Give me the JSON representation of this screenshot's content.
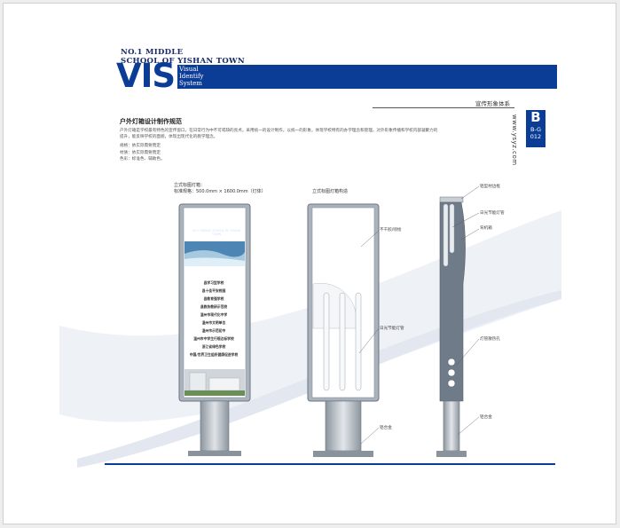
{
  "header": {
    "school_line1": "NO.1 MIDDLE",
    "school_line2": "SCHOOL OF YISHAN TOWN",
    "vis": "VIS",
    "vis_sub": [
      "Visual",
      "Identify",
      "System"
    ],
    "section_title": "宣传形象体系",
    "tab_letter": "B",
    "tab_code": "B-G 012",
    "vertical_url": "www.ysyz.com"
  },
  "content": {
    "heading": "户外灯箱设计制作规范",
    "paragraph": "户外灯箱是学校最有特色的宣传窗口，在日常行为中不可或缺的亮点，采用统一的设计制作，以统一的形象，体现学校特有的办学理念和管理。对外形象传播和学校内部凝聚力的提升，能反映学校的面貌，体现出现代化的教学理念。",
    "specs": [
      "规格：依实际需要而定",
      "材质：依实际需要而定",
      "色彩：标准色、辅助色。"
    ],
    "sign1_label": "立式标图灯箱：",
    "sign1_size": "标准规格：500.0mm × 1600.0mm（灯体）",
    "sign2_label": "立式标图灯箱构造"
  },
  "sign": {
    "logo_name": "宜山镇第一中学",
    "logo_en": "NO.1 MIDDLE SCHOOL OF YISHAN TOWN",
    "list": [
      "县学习型学校",
      "县十佳平安校园",
      "县教育强学校",
      "县教务教研示范校",
      "温州市现代化中学",
      "温州市文明单位",
      "温州市示范初中",
      "温州市中学生行规达标学校",
      "浙江省绿色学校",
      "中国/世界卫生组织健康促进学校"
    ]
  },
  "callouts": {
    "frame": "不干胶/喷绘",
    "tube": "日光节能灯管",
    "mid_base": "铝合金",
    "top_cap": "铝型材边框",
    "right_tube": "日光节能灯管",
    "right_box": "背机箱",
    "right_holes": "灯管散热孔",
    "right_base": "铝合金"
  },
  "colors": {
    "primary": "#0b3d97",
    "steel": "#6f7b88",
    "light_steel": "#c9ced4"
  }
}
